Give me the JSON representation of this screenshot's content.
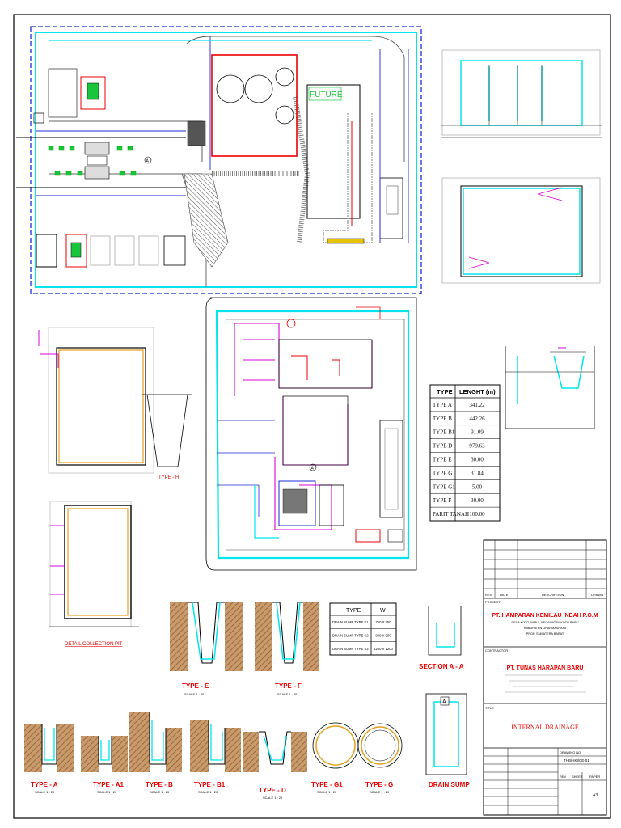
{
  "site_plan": {
    "future_label": "FUTURE",
    "marker_a": "A"
  },
  "length_table": {
    "header_type": "TYPE",
    "header_length": "LENGHT (m)",
    "rows": [
      {
        "type": "TYPE A",
        "length": "341.22"
      },
      {
        "type": "TYPE B",
        "length": "442.26"
      },
      {
        "type": "TYPE B1",
        "length": "91.09"
      },
      {
        "type": "TYPE D",
        "length": "979.63"
      },
      {
        "type": "TYPE E",
        "length": "30.00"
      },
      {
        "type": "TYPE G",
        "length": "31.84"
      },
      {
        "type": "TYPE G1",
        "length": "5.00"
      },
      {
        "type": "TYPE F",
        "length": "30.00"
      },
      {
        "type": "PARIT TANAH",
        "length": "100.00"
      }
    ]
  },
  "sump_table": {
    "header_type": "TYPE",
    "header_w": "W",
    "rows": [
      {
        "type": "DRAIN SUMP TYPE S1",
        "w": "750 X 750"
      },
      {
        "type": "DRAIN SUMP TYPE S2",
        "w": "900 X 900"
      },
      {
        "type": "DRAIN SUMP TYPE S3",
        "w": "1200 X 1200"
      }
    ]
  },
  "details": {
    "collection_pit": "DETAIL COLLECTION PIT",
    "type_e": "TYPE - E",
    "type_f": "TYPE - F",
    "section_aa": "SECTION A - A",
    "type_a": "TYPE - A",
    "type_a1": "TYPE - A1",
    "type_b": "TYPE - B",
    "type_b1": "TYPE - B1",
    "type_d": "TYPE - D",
    "type_g1": "TYPE - G1",
    "type_g": "TYPE - G",
    "drain_sump": "DRAIN SUMP",
    "scale": "SCALE 1 : 20",
    "sump_marker": "A"
  },
  "title_block": {
    "rev_header": "REV",
    "date_header": "DATE",
    "description_header": "DESCRIPTION",
    "drawn_header": "DRAWN",
    "project_label": "PROJECT",
    "project_name": "PT. HAMPARAN KEMILAU INDAH P.O.M",
    "project_line1": "DESA KOTO BARU , KECAMATAN KOTO BARU",
    "project_line2": "KABUPATEN DHARMASRAYA",
    "project_line3": "PROP. SUMATERA BARAT",
    "contractor_label": "CONTRACTOR",
    "contractor_name": "PT. TUNAS HARAPAN BARU",
    "title_label": "TITLE",
    "drawing_title": "INTERNAL DRAINAGE",
    "drawing_no_label": "DRAWING NO",
    "drawing_no": "THB/HKI/CE-01",
    "rev_label": "REV",
    "sheet_label": "SHEET",
    "paper_label": "PAPER",
    "paper_size": "A3"
  },
  "colors": {
    "cyan": "#00e5ee",
    "blue": "#1e2bd8",
    "magenta": "#d800d8",
    "red": "#e00000",
    "green": "#19c53a",
    "brown": "#a86a3a"
  }
}
